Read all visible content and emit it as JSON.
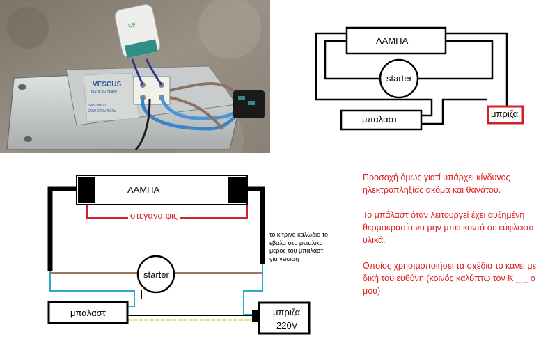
{
  "photo": {
    "ballast_brand": "VESCUS",
    "ballast_made_in": "MADE IN SPAIN",
    "ballast_model": "SW 18W20",
    "ballast_rating": "20W 220V 50Hz",
    "capacitor_mark": "CE"
  },
  "diagram_top": {
    "lamp_label": "ΛΑΜΠΑ",
    "starter_label": "starter",
    "ballast_label": "μπαλαστ",
    "plug_label": "μπριζα"
  },
  "diagram_bottom": {
    "lamp_label": "ΛΑΜΠΑ",
    "sealed_plugs_label": "στεγανα φις",
    "starter_label": "starter",
    "ballast_label": "μπαλαστ",
    "plug_label_line1": "μπριζα",
    "plug_label_line2": "220V",
    "ground_note": "το κιτρινο καλωδιο το εβαλα στο μεταλικο μερος του μπαλαστ για γειωση"
  },
  "warnings": {
    "paragraph1": "Προσοχή όμως γιατί υπάρχει κίνδυνος ηλεκτροπληξίας ακόμα και θανάτου.",
    "paragraph2": "Το μπάλαστ όταν λειτουργεί έχει αυξημένη  θερμοκρασία να μην μπει κοντά σε εύφλεκτα υλικά.",
    "paragraph3": "Οποίος χρησιμοποιήσει τα  σχέδια το κάνει με δική του ευθύνη (κοινός καλύπτω τον Κ _ _ ο μου)"
  },
  "colors": {
    "warning_text": "#e21b1b",
    "wire_black": "#000000",
    "wire_red": "#d0202a",
    "wire_brown": "#a0775a",
    "wire_cyan": "#2ea8c8",
    "wire_yellow": "#e8d84a"
  }
}
